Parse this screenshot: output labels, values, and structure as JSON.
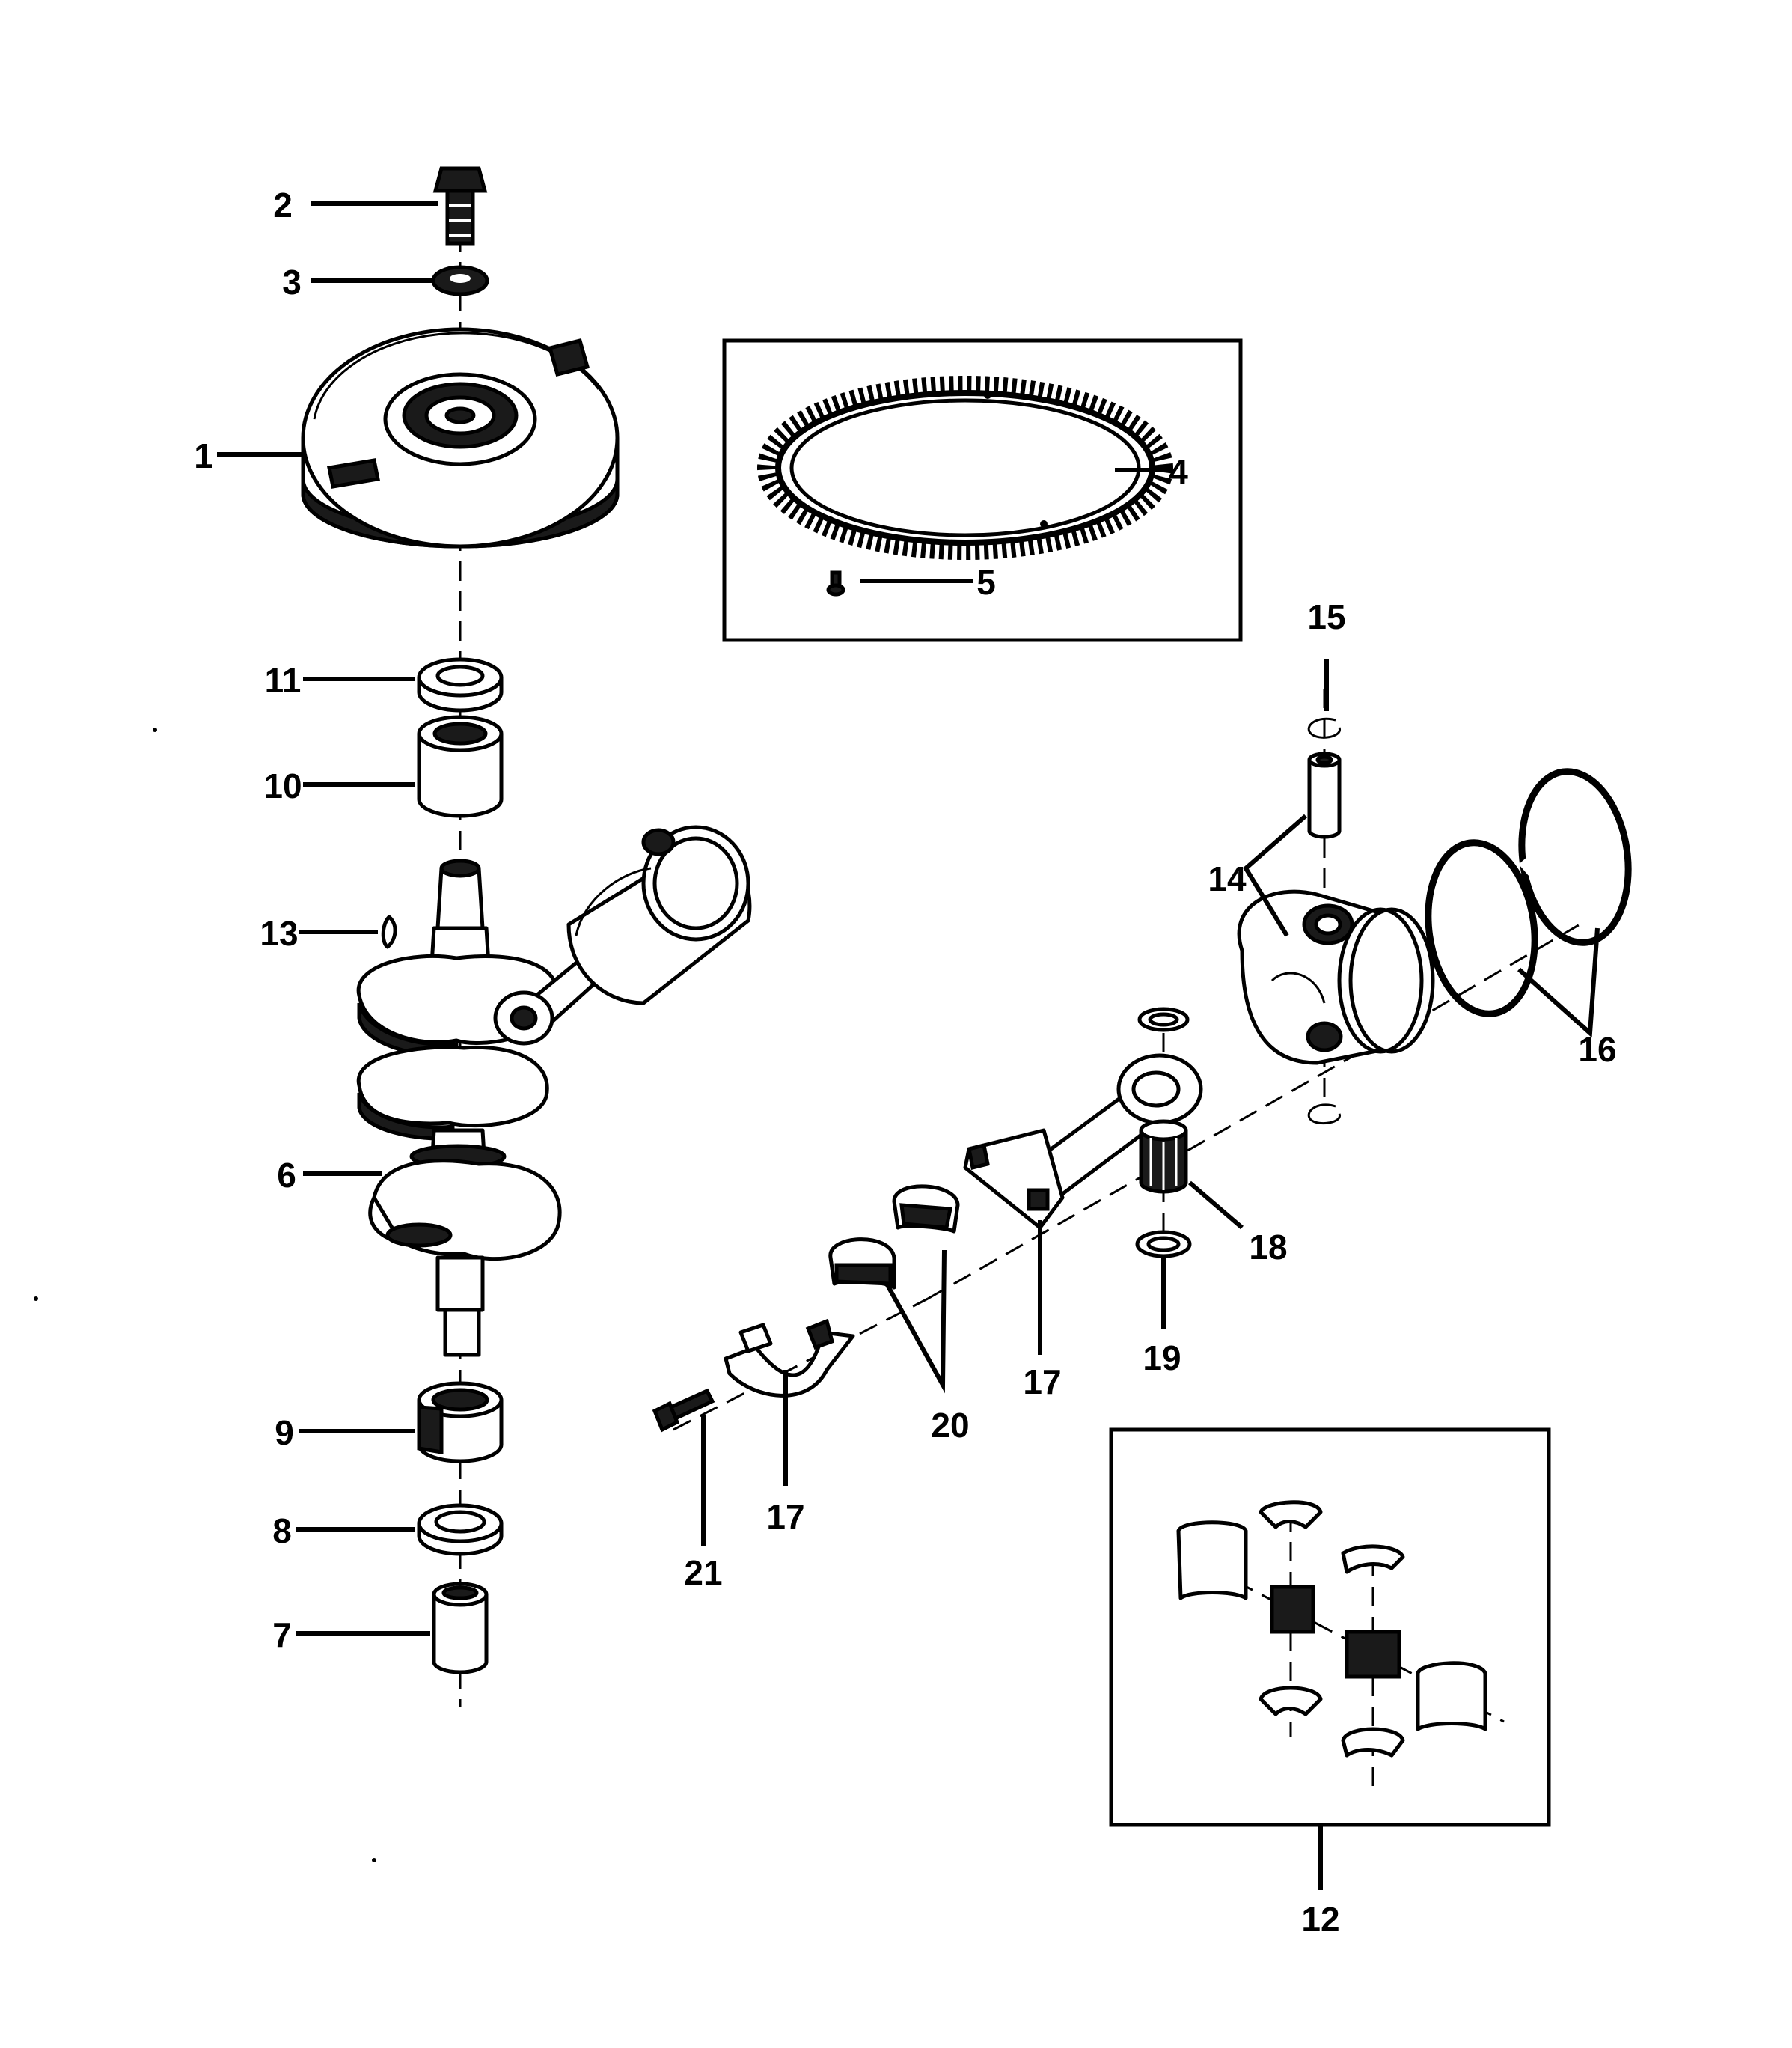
{
  "colors": {
    "ink": "#000000",
    "paper": "#ffffff"
  },
  "callouts": {
    "c1": "1",
    "c2": "2",
    "c3": "3",
    "c4": "4",
    "c5": "5",
    "c6": "6",
    "c7": "7",
    "c8": "8",
    "c9": "9",
    "c10": "10",
    "c11": "11",
    "c12": "12",
    "c13": "13",
    "c14": "14",
    "c15": "15",
    "c16": "16",
    "c17a": "17",
    "c17b": "17",
    "c18": "18",
    "c19": "19",
    "c20": "20",
    "c21": "21"
  }
}
